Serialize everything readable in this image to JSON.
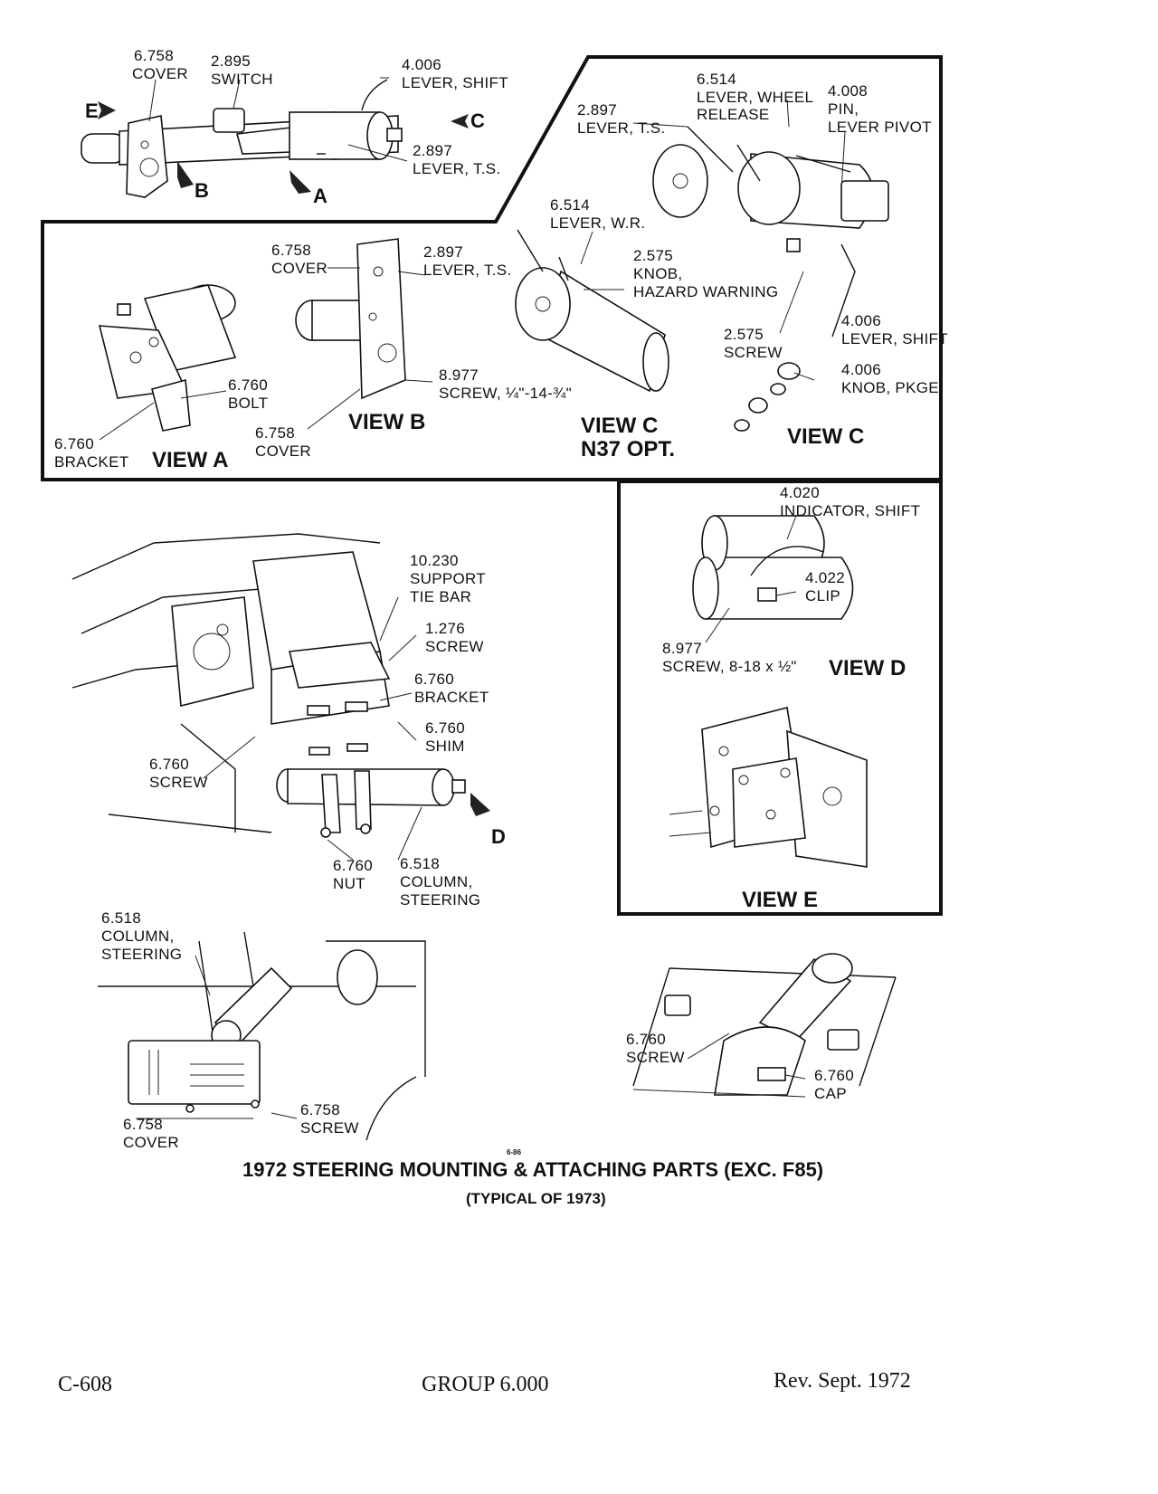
{
  "labels": {
    "a1": "6.758",
    "a2": "COVER",
    "b1": "2.895",
    "b2": "SWITCH",
    "c1": "4.006",
    "c2": "LEVER, SHIFT",
    "d1": "2.897",
    "d2": "LEVER, T.S.",
    "e1": "6.514",
    "e2": "LEVER, WHEEL",
    "e3": "RELEASE",
    "f1": "4.008",
    "f2": "PIN,",
    "f3": "LEVER PIVOT",
    "g1": "2.897",
    "g2": "LEVER, T.S.",
    "h1": "6.514",
    "h2": "LEVER, W.R.",
    "i1": "6.758",
    "i2": "COVER",
    "j1": "2.897",
    "j2": "LEVER, T.S.",
    "k1": "2.575",
    "k2": "KNOB,",
    "k3": "HAZARD WARNING",
    "l1": "4.006",
    "l2": "LEVER, SHIFT",
    "m1": "2.575",
    "m2": "SCREW",
    "n1": "4.006",
    "n2": "KNOB, PKGE.",
    "o1": "6.760",
    "o2": "BOLT",
    "p1": "8.977",
    "p2": "SCREW, ¼\"-14-¾\"",
    "q1": "6.760",
    "q2": "BRACKET",
    "r1": "6.758",
    "r2": "COVER",
    "s1": "4.020",
    "s2": "INDICATOR, SHIFT",
    "t1": "4.022",
    "t2": "CLIP",
    "u1": "8.977",
    "u2": "SCREW, 8-18 x ½\"",
    "v1": "10.230",
    "v2": "SUPPORT",
    "v3": "TIE BAR",
    "w1": "1.276",
    "w2": "SCREW",
    "x1": "6.760",
    "x2": "BRACKET",
    "y1": "6.760",
    "y2": "SHIM",
    "z1": "6.760",
    "z2": "SCREW",
    "aa1": "6.760",
    "aa2": "NUT",
    "ab1": "6.518",
    "ab2": "COLUMN,",
    "ab3": "STEERING",
    "ac1": "6.518",
    "ac2": "COLUMN,",
    "ac3": "STEERING",
    "ad1": "6.758",
    "ad2": "COVER",
    "ae1": "6.758",
    "ae2": "SCREW",
    "af1": "6.760",
    "af2": "SCREW",
    "ag1": "6.760",
    "ag2": "CAP"
  },
  "views": {
    "a": "VIEW A",
    "b": "VIEW B",
    "c_n37_1": "VIEW C",
    "c_n37_2": "N37 OPT.",
    "c": "VIEW C",
    "d": "VIEW D",
    "e": "VIEW E"
  },
  "arrows": {
    "a": "A",
    "b": "B",
    "c": "C",
    "d": "D",
    "e": "E"
  },
  "caption": {
    "small": "6-86",
    "title": "1972 STEERING MOUNTING & ATTACHING PARTS (EXC. F85)",
    "subtitle": "(TYPICAL OF 1973)"
  },
  "footer": {
    "page": "C-608",
    "group": "GROUP 6.000",
    "revision": "Rev. Sept. 1972"
  }
}
